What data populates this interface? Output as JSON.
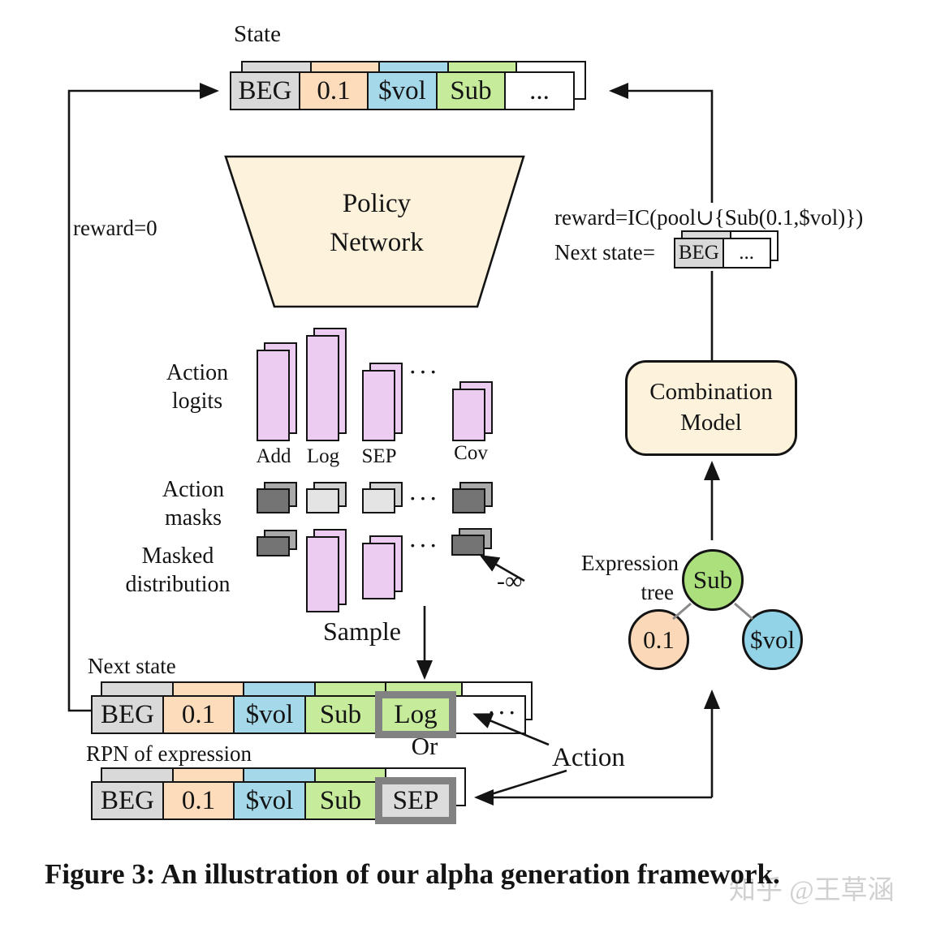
{
  "palette": {
    "line": "#141414",
    "token_gray": "#d9d9d9",
    "token_peach": "#fcdcbb",
    "token_blue": "#a5d8e9",
    "token_green": "#c6eb9b",
    "token_white": "#ffffff",
    "logit_purple": "#edccf2",
    "mask_dark": "#747474",
    "mask_dark_back": "#a9a9a9",
    "mask_light": "#e4e4e4",
    "mask_light_back": "#d3d3d3",
    "panel_cream": "#fdf2dc",
    "highlight_border": "#828282",
    "sep_fill": "#dcdcdc",
    "tree_green": "#abe07c",
    "tree_peach": "#fbd9b8",
    "tree_blue": "#93d3e7",
    "watermark_gray": "#d0d0d0"
  },
  "state": {
    "label": "State",
    "tokens": [
      {
        "text": "BEG",
        "bg": "#d9d9d9"
      },
      {
        "text": "0.1",
        "bg": "#fcdcbb"
      },
      {
        "text": "$vol",
        "bg": "#a5d8e9"
      },
      {
        "text": "Sub",
        "bg": "#c6eb9b"
      },
      {
        "text": "...",
        "bg": "#ffffff"
      }
    ]
  },
  "policy_network": {
    "line1": "Policy",
    "line2": "Network",
    "fill": "#fdf2dc"
  },
  "reward_zero": "reward=0",
  "action_logits": {
    "label1": "Action",
    "label2": "logits",
    "dots": "···",
    "bar_color": "#edccf2",
    "bars": [
      {
        "label": "Add"
      },
      {
        "label": "Log"
      },
      {
        "label": "SEP"
      },
      {
        "label": "Cov"
      }
    ]
  },
  "action_masks": {
    "label1": "Action",
    "label2": "masks",
    "dots": "···",
    "masks": [
      {
        "name": "Add",
        "front": "#747474",
        "back": "#a9a9a9"
      },
      {
        "name": "Log",
        "front": "#e4e4e4",
        "back": "#d3d3d3"
      },
      {
        "name": "SEP",
        "front": "#e4e4e4",
        "back": "#d3d3d3"
      },
      {
        "name": "Cov",
        "front": "#747474",
        "back": "#a9a9a9"
      }
    ]
  },
  "masked_distribution": {
    "label1": "Masked",
    "label2": "distribution",
    "dots": "···",
    "neg_inf": "-∞",
    "masked_color": "#747474",
    "masked_back": "#a9a9a9",
    "bar_color": "#edccf2"
  },
  "sample_label": "Sample",
  "next_state": {
    "label": "Next state",
    "dots": "···",
    "tokens": [
      {
        "text": "BEG",
        "bg": "#d9d9d9"
      },
      {
        "text": "0.1",
        "bg": "#fcdcbb"
      },
      {
        "text": "$vol",
        "bg": "#a5d8e9"
      },
      {
        "text": "Sub",
        "bg": "#c6eb9b"
      },
      {
        "text": "Log",
        "bg": "#c6eb9b",
        "highlighted": true
      },
      {
        "text": "",
        "bg": "#ffffff"
      }
    ]
  },
  "or_label": "Or",
  "rpn": {
    "label": "RPN of expression",
    "tokens": [
      {
        "text": "BEG",
        "bg": "#d9d9d9"
      },
      {
        "text": "0.1",
        "bg": "#fcdcbb"
      },
      {
        "text": "$vol",
        "bg": "#a5d8e9"
      },
      {
        "text": "Sub",
        "bg": "#c6eb9b"
      },
      {
        "text": "SEP",
        "bg": "#dcdcdc",
        "highlighted": true
      }
    ]
  },
  "action_label": "Action",
  "reward_info": {
    "reward_text": "reward=IC(pool∪{Sub(0.1,$vol)})",
    "next_state_label": "Next state=",
    "tokens": [
      {
        "text": "BEG",
        "bg": "#d9d9d9"
      },
      {
        "text": "...",
        "bg": "#ffffff"
      }
    ]
  },
  "combination_model": {
    "line1": "Combination",
    "line2": "Model",
    "fill": "#fdf2dc"
  },
  "expression_tree": {
    "label1": "Expression",
    "label2": "tree",
    "root": {
      "text": "Sub",
      "bg": "#abe07c"
    },
    "left": {
      "text": "0.1",
      "bg": "#fbd9b8"
    },
    "right": {
      "text": "$vol",
      "bg": "#93d3e7"
    }
  },
  "caption": "Figure 3: An illustration of our alpha generation framework.",
  "watermark": "知乎 @王草涵"
}
